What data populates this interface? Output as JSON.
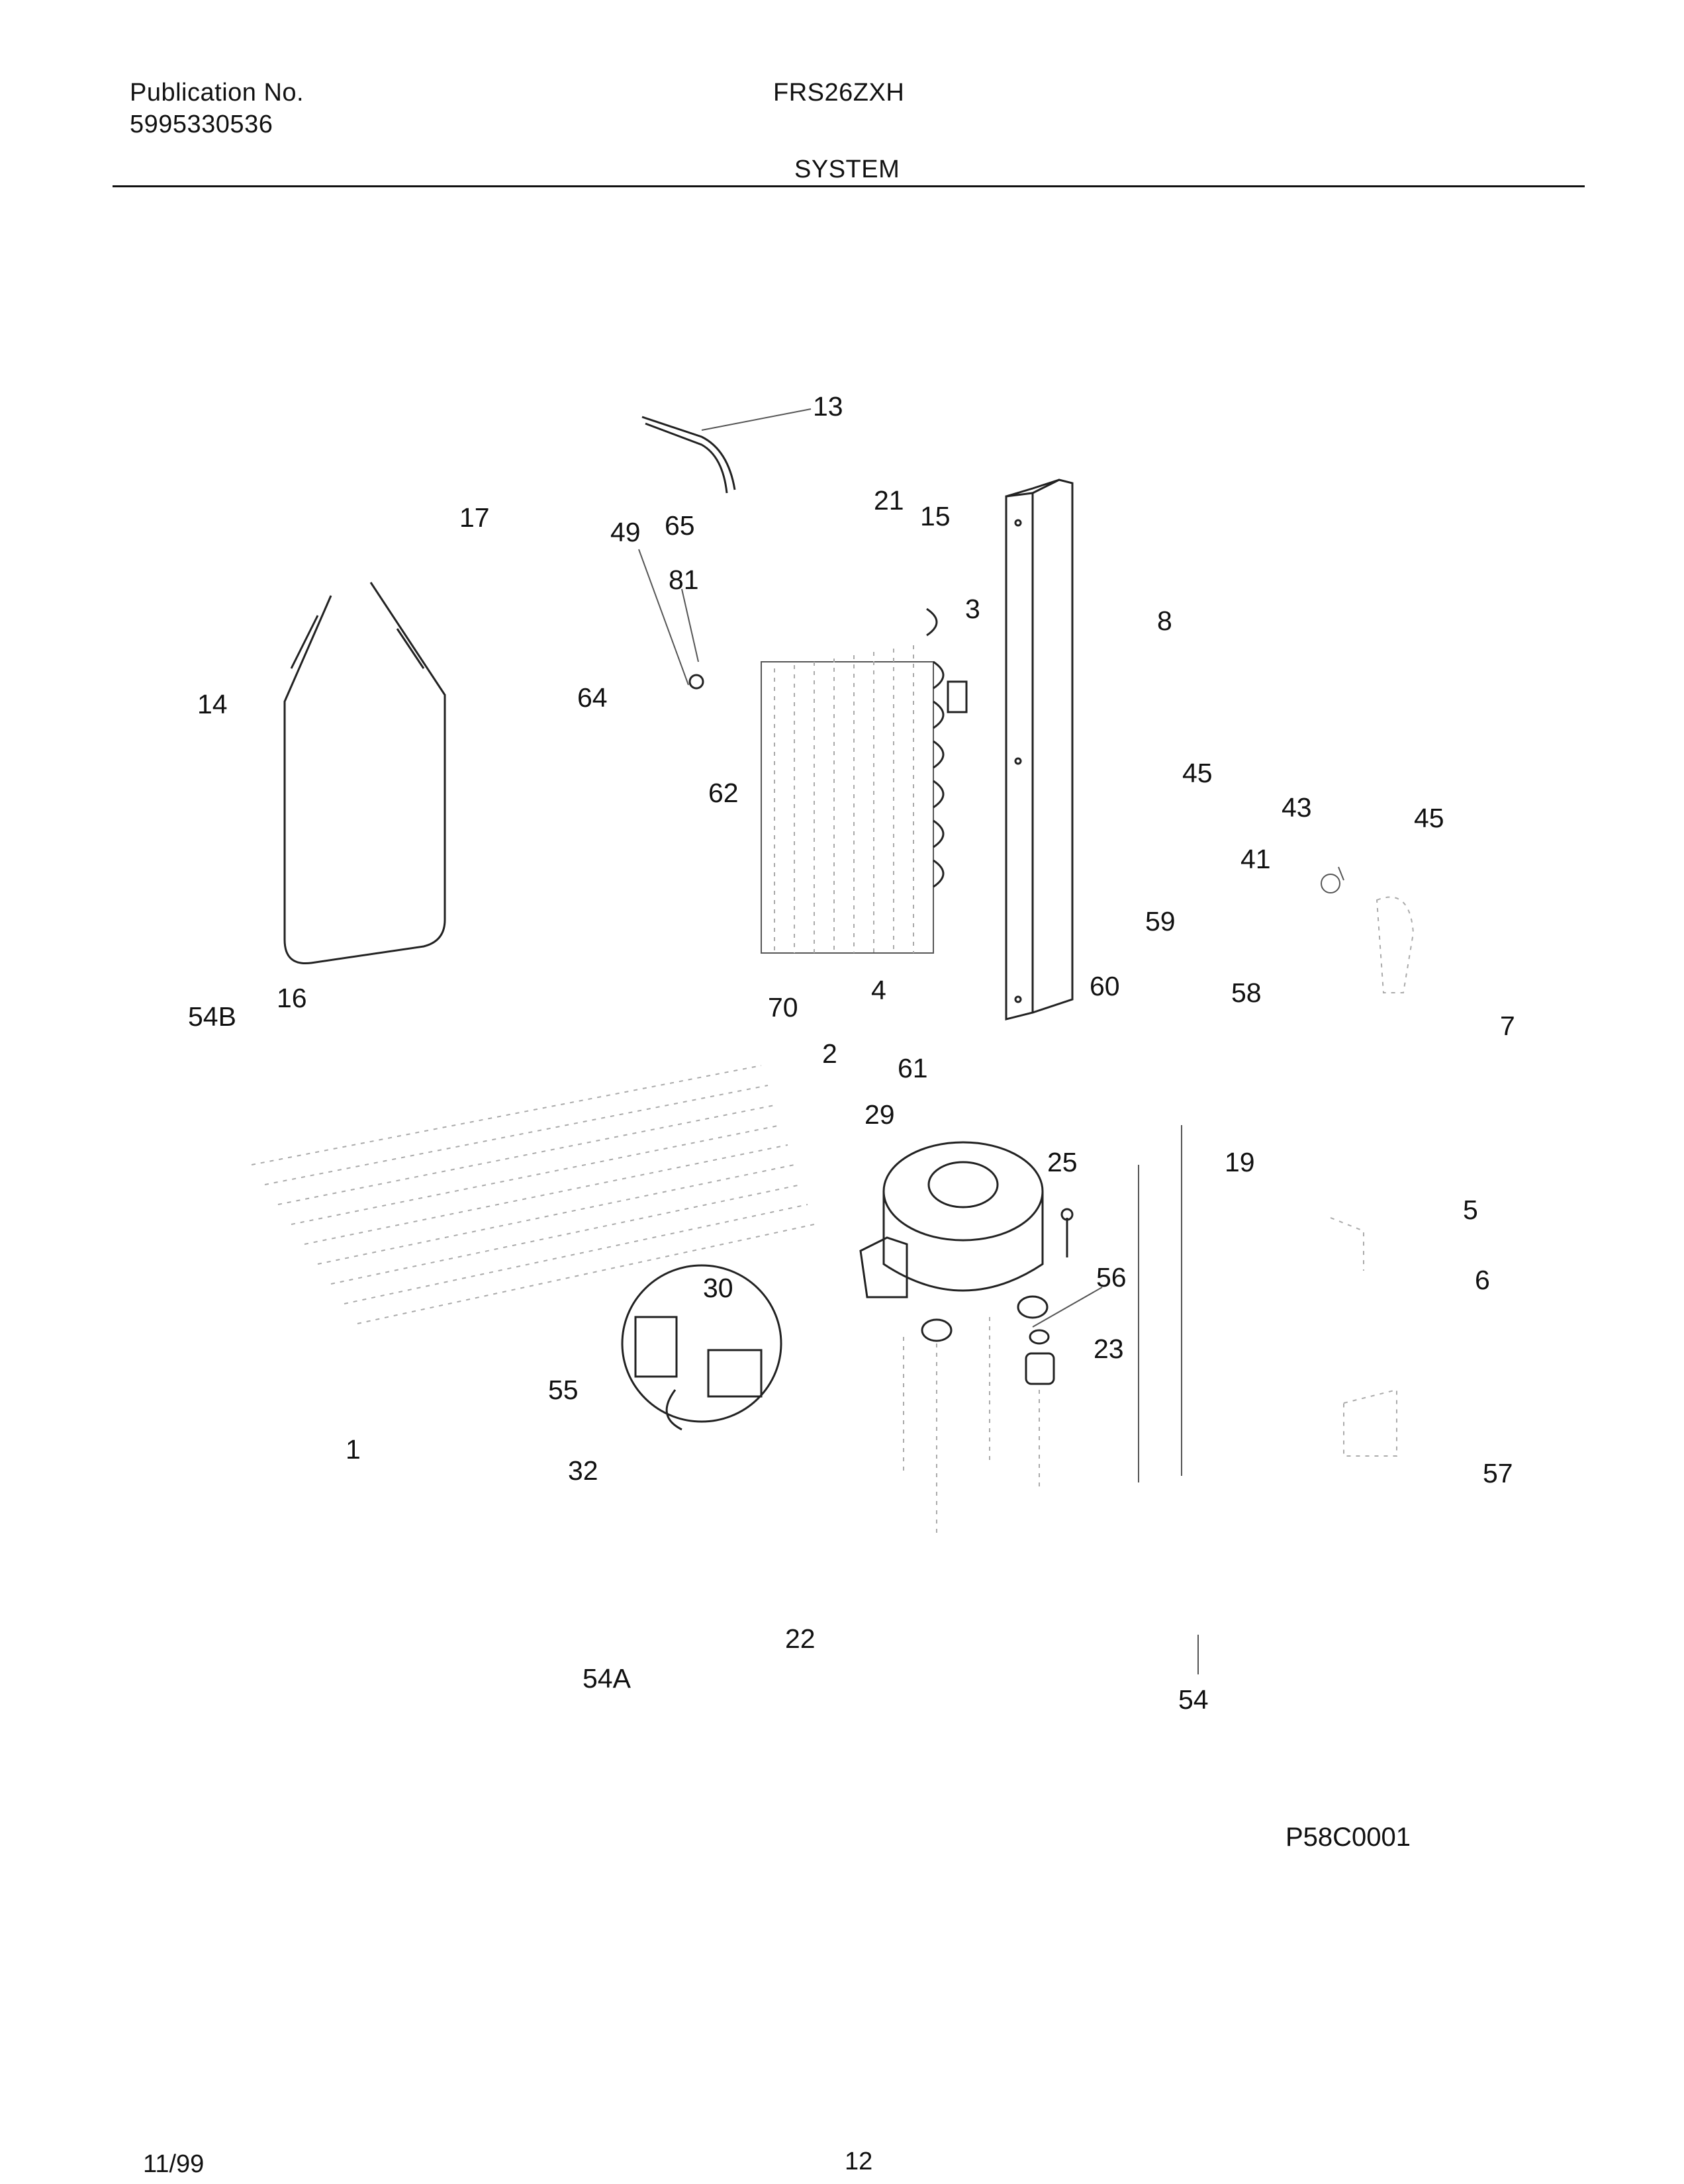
{
  "header": {
    "publication_label": "Publication No.",
    "publication_number": "5995330536",
    "model": "FRS26ZXH",
    "section": "SYSTEM"
  },
  "callouts": {
    "c13": "13",
    "c17": "17",
    "c49": "49",
    "c65": "65",
    "c21": "21",
    "c15": "15",
    "c81": "81",
    "c3": "3",
    "c8": "8",
    "c14": "14",
    "c64": "64",
    "c62": "62",
    "c45a": "45",
    "c43": "43",
    "c45b": "45",
    "c41": "41",
    "c59": "59",
    "c54B": "54B",
    "c16": "16",
    "c70": "70",
    "c4": "4",
    "c60": "60",
    "c58": "58",
    "c7": "7",
    "c2": "2",
    "c61": "61",
    "c29": "29",
    "c25": "25",
    "c19": "19",
    "c5": "5",
    "c30": "30",
    "c56": "56",
    "c6": "6",
    "c23": "23",
    "c55": "55",
    "c1": "1",
    "c32": "32",
    "c57": "57",
    "c22": "22",
    "c54A": "54A",
    "c54": "54"
  },
  "figure_code": "P58C0001",
  "footer": {
    "date": "11/99",
    "page": "12"
  }
}
